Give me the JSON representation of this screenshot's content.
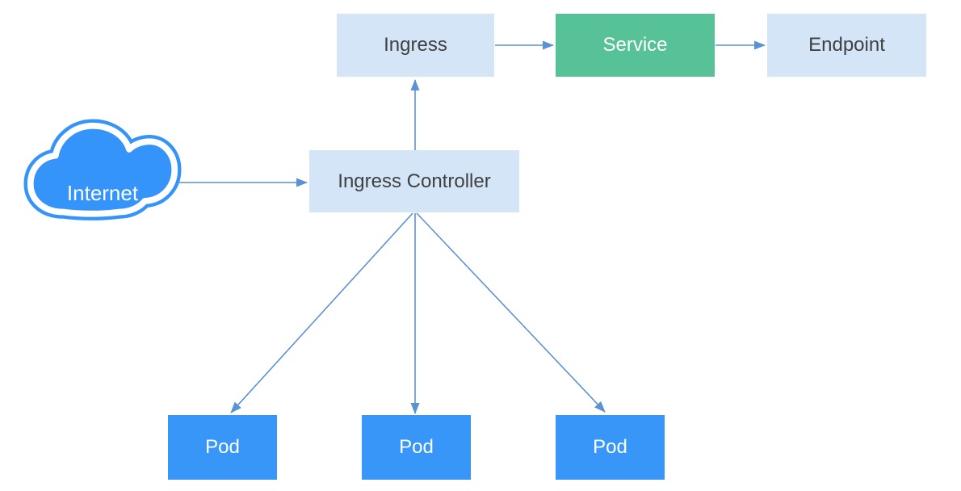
{
  "colors": {
    "light_box_bg": "#d3e5f7",
    "green_box_bg": "#57c298",
    "pod_box_bg": "#3896f8",
    "cloud_fill": "#3494fa",
    "connector": "#5b92d3",
    "dark_text": "#404040",
    "light_text": "#ffffff"
  },
  "nodes": {
    "internet": {
      "label": "Internet"
    },
    "ingress_controller": {
      "label": "Ingress Controller"
    },
    "ingress": {
      "label": "Ingress"
    },
    "service": {
      "label": "Service"
    },
    "endpoint": {
      "label": "Endpoint"
    },
    "pods": [
      {
        "label": "Pod"
      },
      {
        "label": "Pod"
      },
      {
        "label": "Pod"
      }
    ]
  },
  "connections": [
    {
      "from": "internet",
      "to": "ingress_controller"
    },
    {
      "from": "ingress_controller",
      "to": "ingress"
    },
    {
      "from": "ingress",
      "to": "service"
    },
    {
      "from": "service",
      "to": "endpoint"
    },
    {
      "from": "ingress_controller",
      "to": "pod_1"
    },
    {
      "from": "ingress_controller",
      "to": "pod_2"
    },
    {
      "from": "ingress_controller",
      "to": "pod_3"
    }
  ]
}
